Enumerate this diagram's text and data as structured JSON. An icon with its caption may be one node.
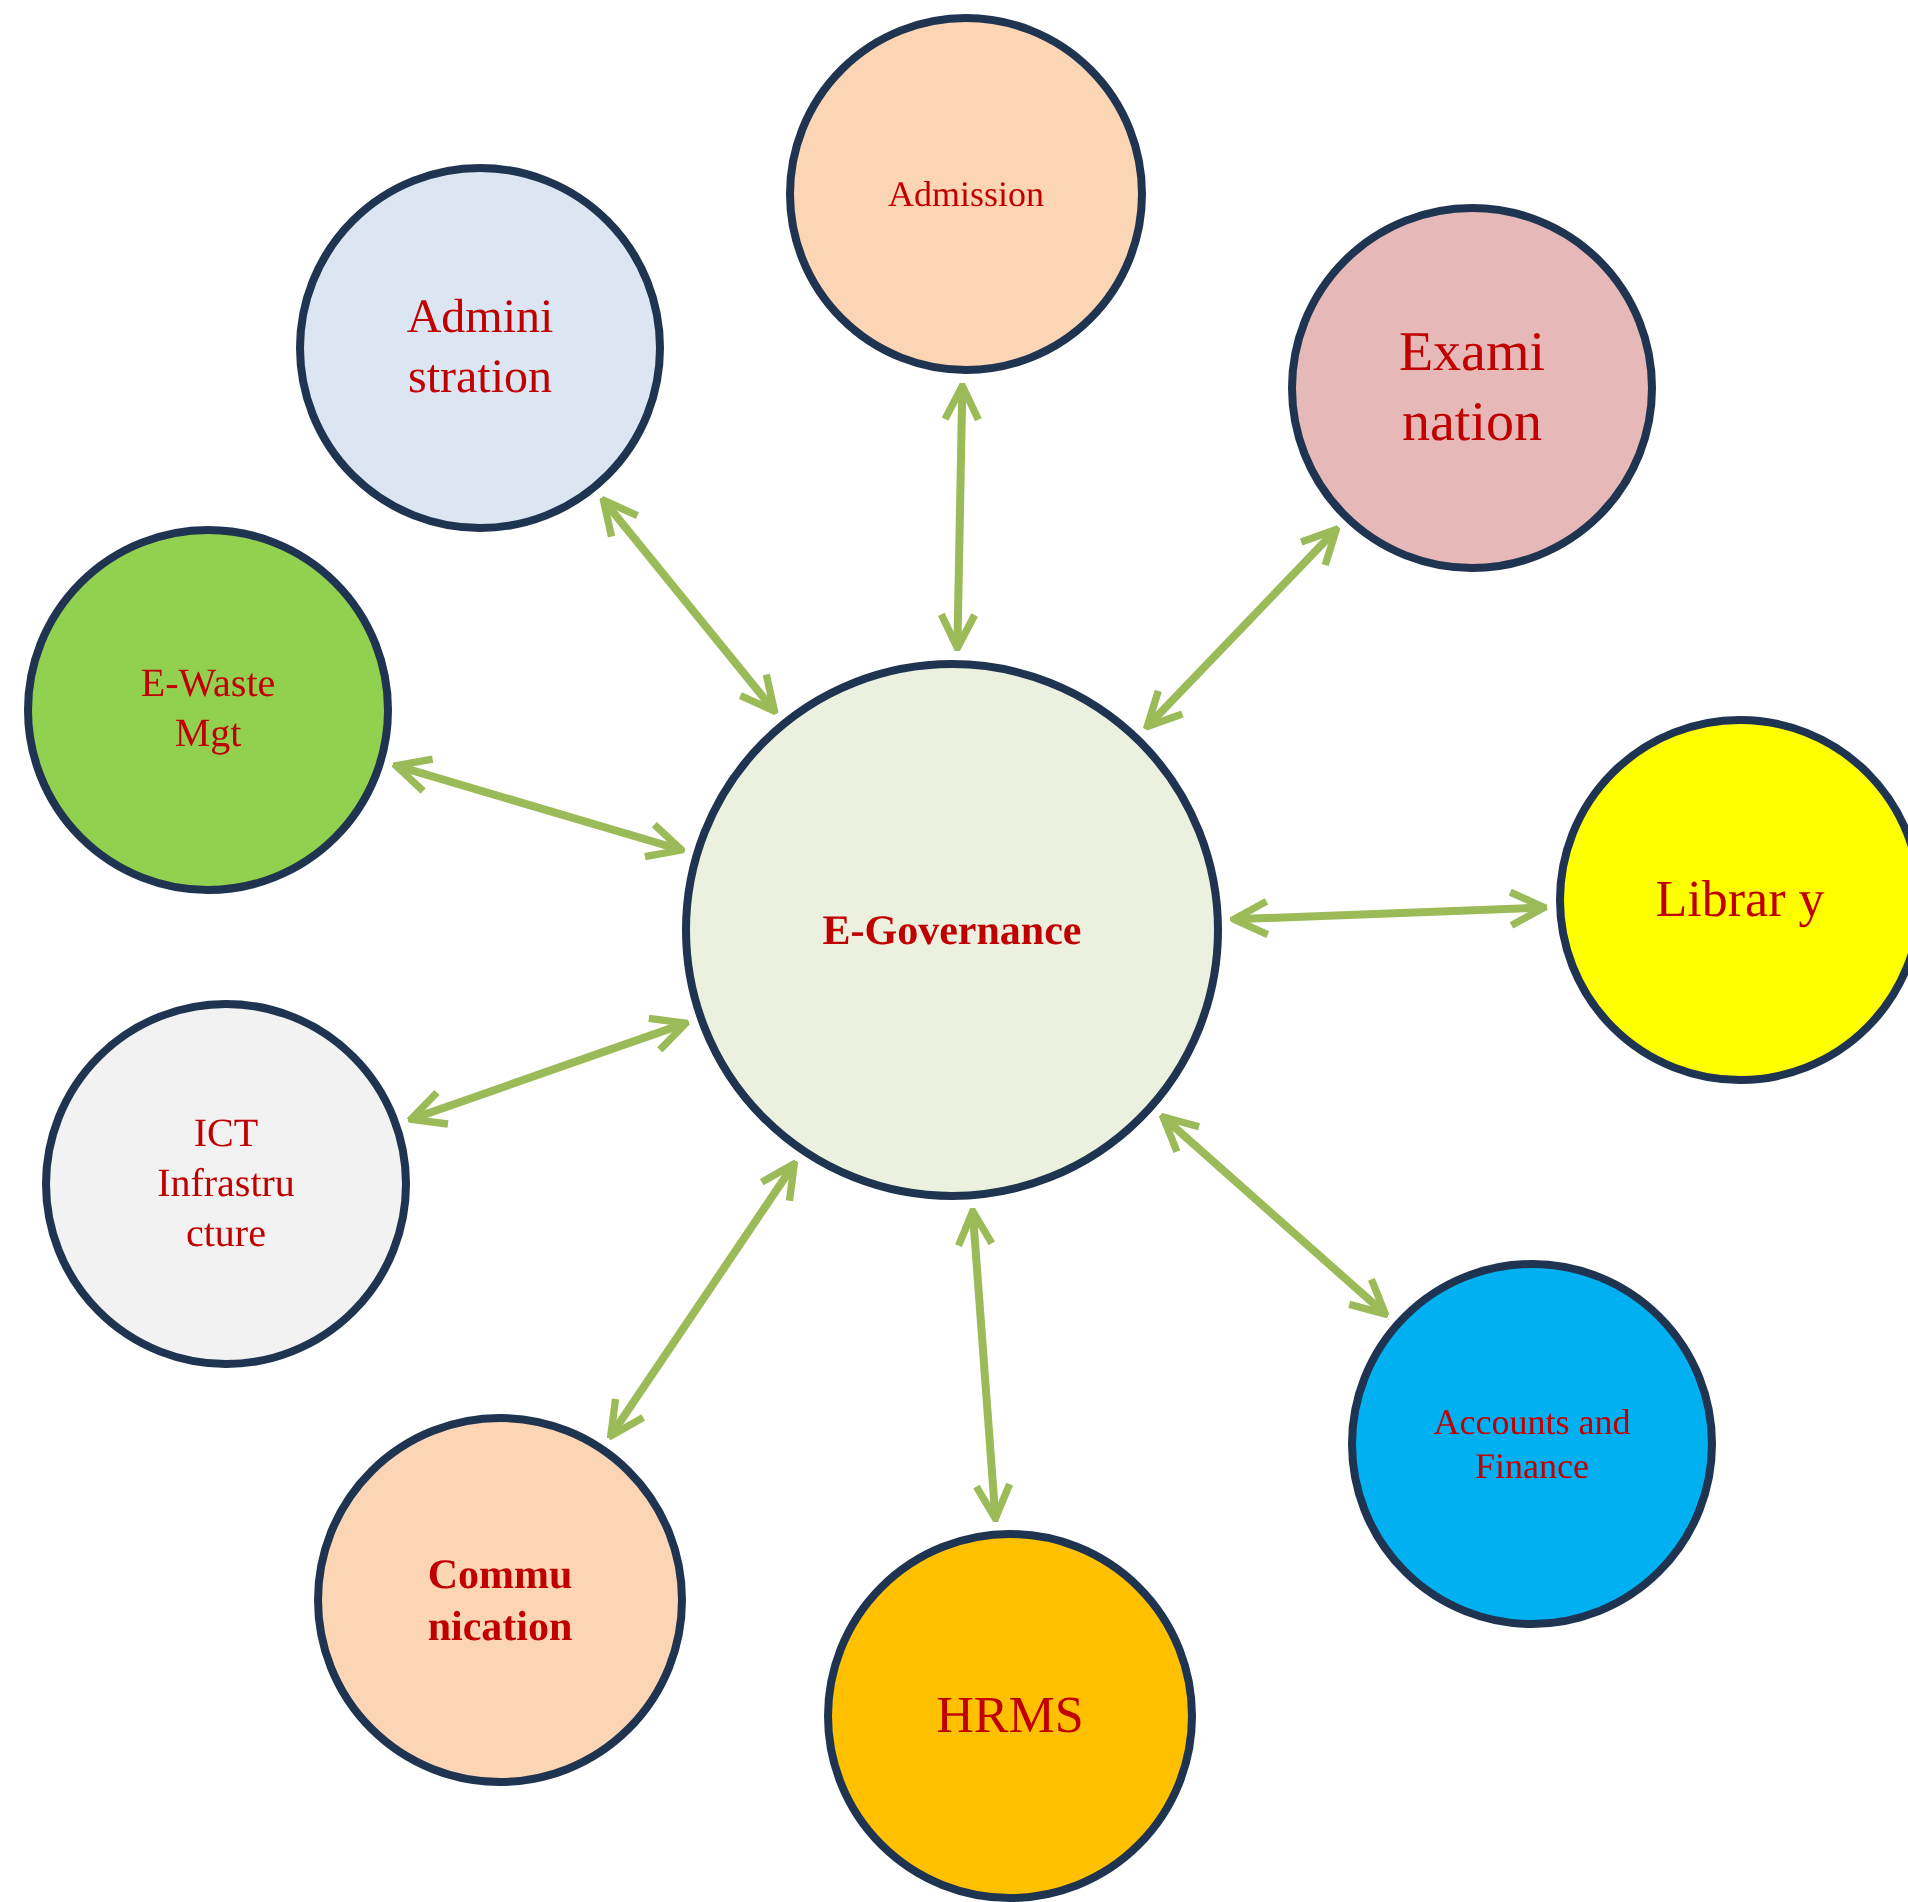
{
  "diagram": {
    "nodes": [
      {
        "text": [
          "Admission"
        ]
      },
      {
        "text": [
          "Admini stration"
        ]
      },
      {
        "text": [
          "Exami nation"
        ]
      },
      {
        "text": [
          "E-Waste Mgt"
        ]
      },
      {
        "text": [
          "E-Governance"
        ]
      },
      {
        "text": [
          "Librar y"
        ]
      },
      {
        "text": [
          "ICT Infrastru cture"
        ]
      },
      {
        "text": [
          "Accounts and Finance"
        ]
      },
      {
        "text": [
          "Commu nication"
        ]
      },
      {
        "text": [
          "HRMS"
        ]
      }
    ],
    "edges": [
      {
        "from": 4,
        "to": 0,
        "arrow": "both"
      },
      {
        "from": 4,
        "to": 1,
        "arrow": "both"
      },
      {
        "from": 4,
        "to": 2,
        "arrow": "both"
      },
      {
        "from": 4,
        "to": 3,
        "arrow": "both"
      },
      {
        "from": 4,
        "to": 5,
        "arrow": "both"
      },
      {
        "from": 4,
        "to": 6,
        "arrow": "both"
      },
      {
        "from": 4,
        "to": 7,
        "arrow": "both"
      },
      {
        "from": 4,
        "to": 8,
        "arrow": "both"
      },
      {
        "from": 4,
        "to": 9,
        "arrow": "both"
      }
    ]
  }
}
